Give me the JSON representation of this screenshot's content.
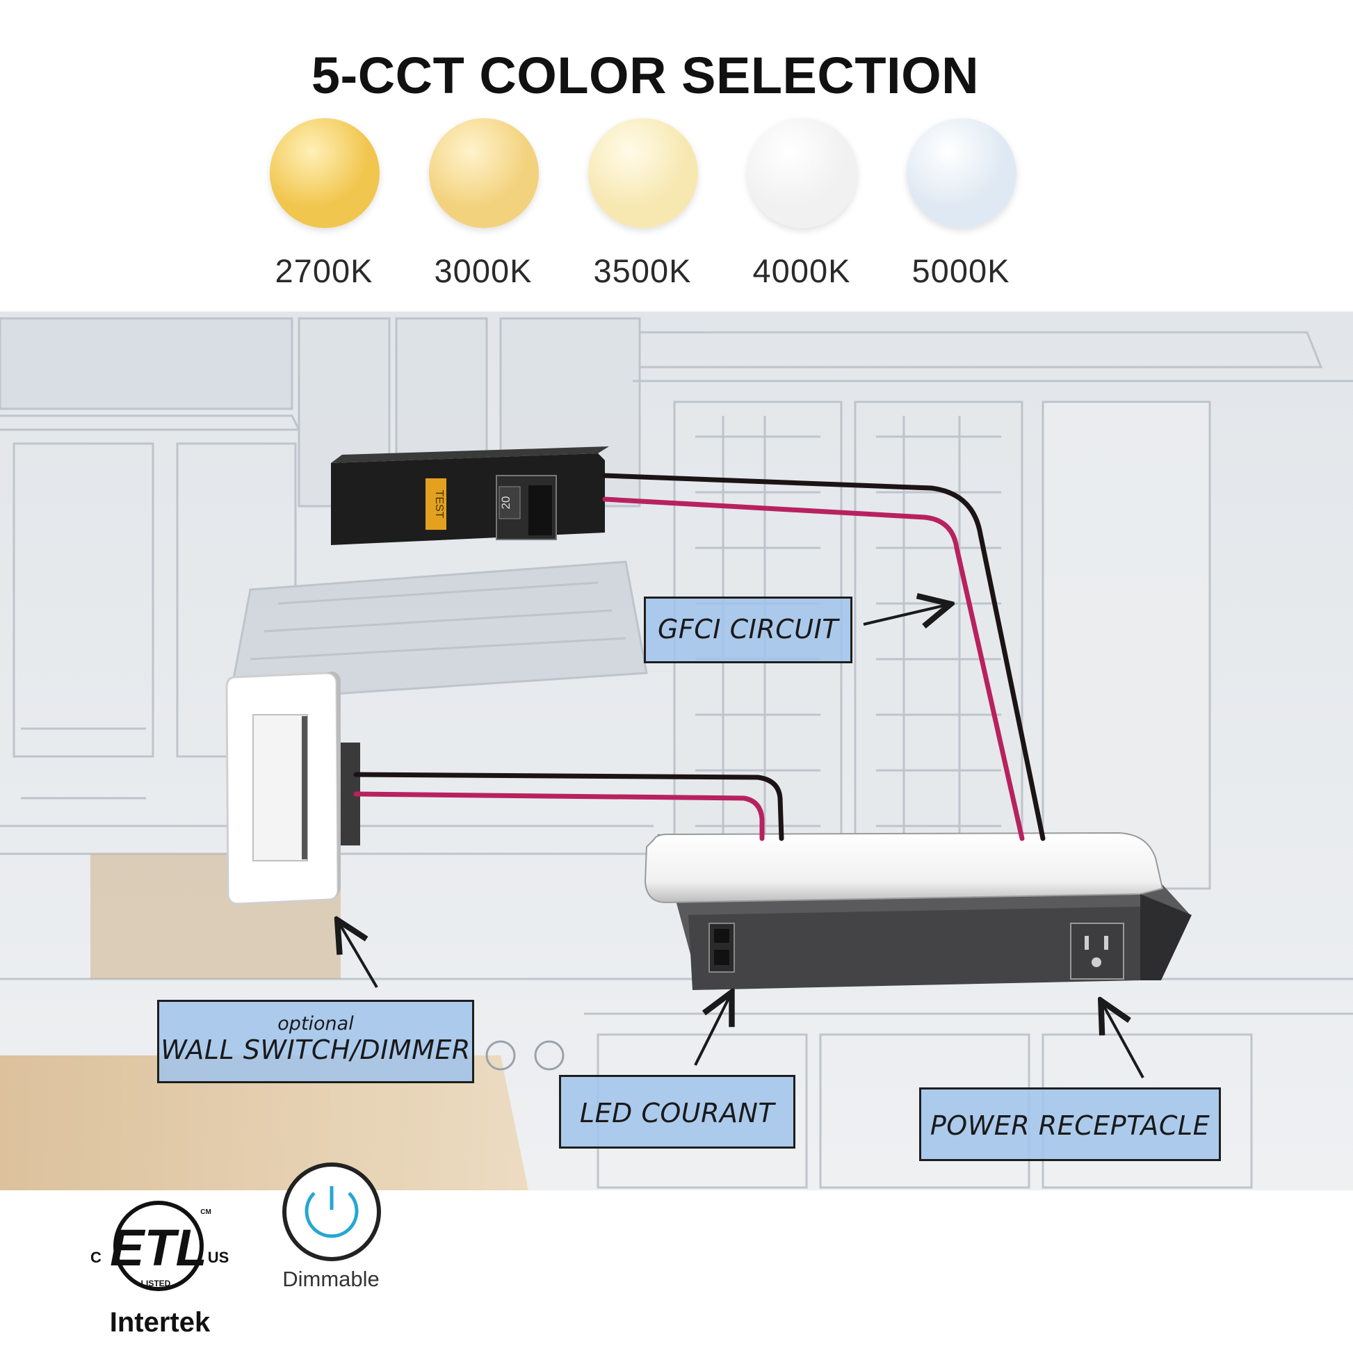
{
  "title": "5-CCT COLOR SELECTION",
  "cct_options": [
    {
      "label": "2700K",
      "color": "#f1c64e",
      "highlight": "#fff0b8"
    },
    {
      "label": "3000K",
      "color": "#f3d27e",
      "highlight": "#fff3cc"
    },
    {
      "label": "3500K",
      "color": "#f7e8b2",
      "highlight": "#fffbe8"
    },
    {
      "label": "4000K",
      "color": "#f1f1f1",
      "highlight": "#ffffff"
    },
    {
      "label": "5000K",
      "color": "#dfe9f3",
      "highlight": "#ffffff"
    }
  ],
  "diagram": {
    "breaker": {
      "test_label": "TEST",
      "rating_label": "20"
    },
    "callouts": {
      "gfci": "GFCI CIRCUIT",
      "switch_small": "optional",
      "switch": "WALL SWITCH/DIMMER",
      "led": "LED COURANT",
      "receptacle": "POWER RECEPTACLE"
    },
    "wire_colors": {
      "hot": "#1c1414",
      "neutral": "#b8215f"
    }
  },
  "badges": {
    "etl": {
      "mark": "ETL",
      "c": "C",
      "us": "US",
      "cm": "CM",
      "listed": "LISTED",
      "brand": "Intertek"
    },
    "dimmable": {
      "label": "Dimmable",
      "accent": "#27a6d4"
    }
  }
}
